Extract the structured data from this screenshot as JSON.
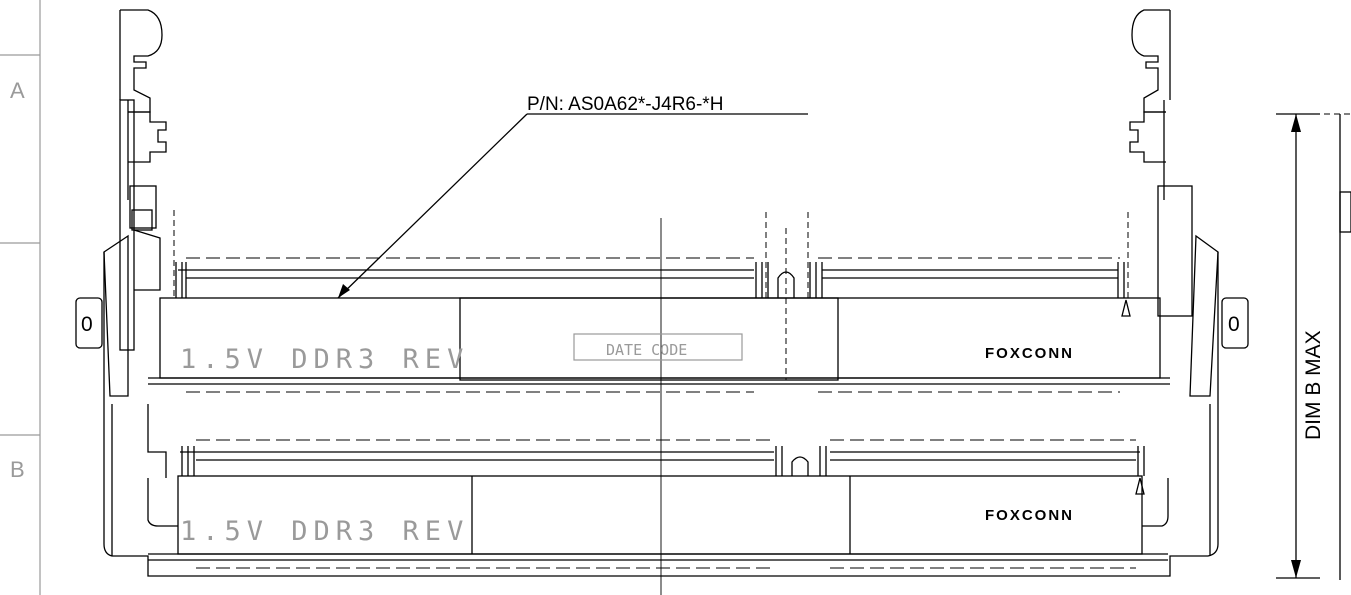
{
  "border": {
    "zones": [
      "A",
      "B"
    ]
  },
  "callout": {
    "part_number": "P/N: AS0A62*-J4R6-*H"
  },
  "upper_connector": {
    "voltage_label": "1.5V DDR3 REV",
    "date_code": "DATE CODE",
    "brand": "FOXCONN"
  },
  "lower_connector": {
    "voltage_label": "1.5V DDR3 REV",
    "brand": "FOXCONN"
  },
  "side_view": {
    "dimension_label": "DIM B MAX"
  },
  "latch_marks": {
    "left": "0",
    "right": "0"
  }
}
